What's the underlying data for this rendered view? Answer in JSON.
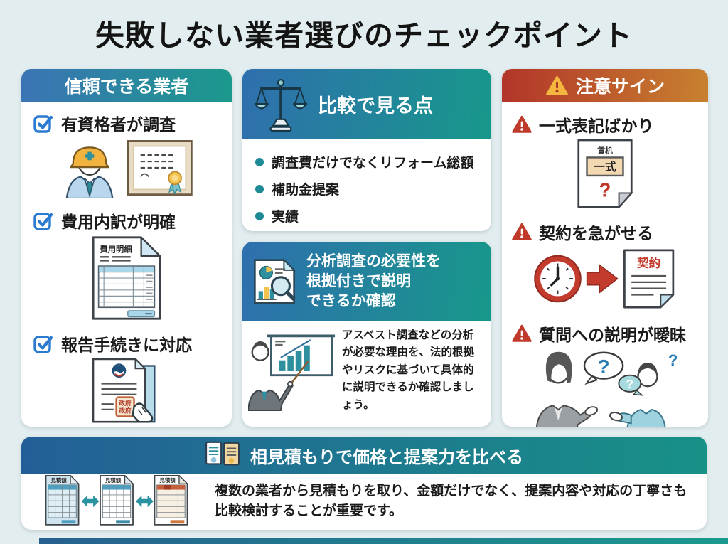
{
  "page": {
    "title": "失敗しない業者選びのチェックポイント"
  },
  "left_card": {
    "header": "信頼できる業者",
    "items": [
      {
        "label": "有資格者が調査"
      },
      {
        "label": "費用内訳が明確"
      },
      {
        "label": "報告手続きに対応"
      }
    ],
    "invoice_title": "費用明細",
    "stamp_line1": "政府",
    "stamp_line2": "政府"
  },
  "mid_card1": {
    "header": "比較で見る点",
    "bullets": [
      "調査費だけでなくリフォーム総額",
      "補助金提案",
      "実績"
    ]
  },
  "mid_card2": {
    "header_lines": [
      "分析調査の必要性を",
      "根拠付きで説明",
      "できるか確認"
    ],
    "body": "アスベスト調査などの分析が必要な理由を、法的根拠やリスクに基づいて具体的に説明できるか確認しましょう。"
  },
  "right_card": {
    "header": "注意サイン",
    "items": [
      {
        "label": "一式表記ばかり"
      },
      {
        "label": "契約を急がせる"
      },
      {
        "label": "質問への説明が曖昧"
      }
    ],
    "estimate_doc": {
      "title": "賃机",
      "box": "一式",
      "question": "?"
    },
    "contract_label": "契約",
    "bubble_q1": "?",
    "bubble_q2": "?",
    "bubble_q3": "?"
  },
  "banner": {
    "title": "相見積もりで価格と提案力を比べる",
    "body": "複数の業者から見積もりを取り、金額だけでなく、提案内容や対応の丁寧さも比較検討することが重要です。",
    "quote_label": "見積額"
  },
  "colors": {
    "background": "#e2edef",
    "gradient_blue": "#2f6fae",
    "gradient_teal": "#17988a",
    "warning_red": "#bf3a2b",
    "warning_orange": "#c8812f",
    "amber": "#f2b43e",
    "checkbox_blue": "#2b7bd1",
    "bullet_teal": "#1d8a96"
  }
}
